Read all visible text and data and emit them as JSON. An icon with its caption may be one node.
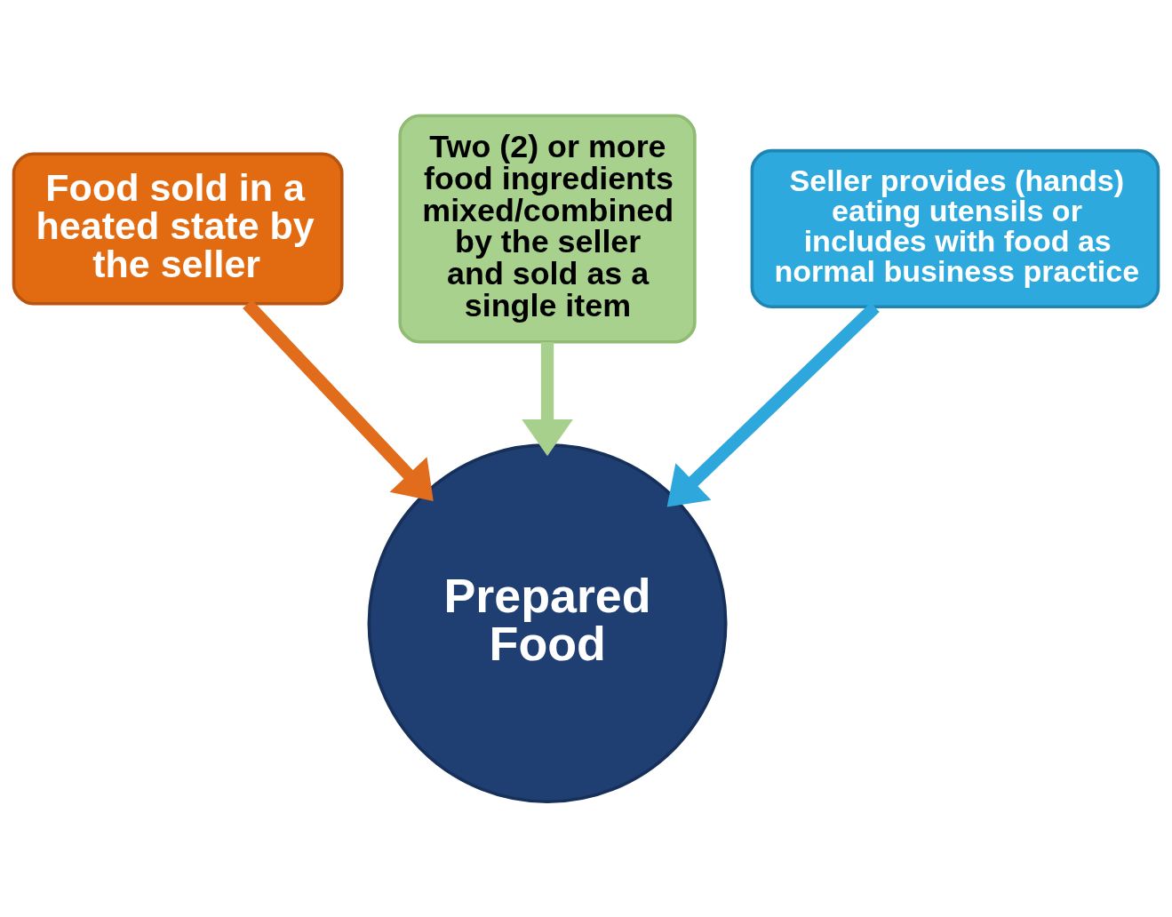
{
  "diagram": {
    "nodes": [
      {
        "text": [
          "Two (2) or more food ingredients mixed/combined by the seller and sold as a single item"
        ]
      },
      {
        "text": [
          "Food sold in a heated state by the seller"
        ]
      },
      {
        "text": [
          "Seller provides (hands) eating utensils or includes with food as normal business practice"
        ]
      },
      {
        "text": [
          "Prepared Food"
        ]
      }
    ],
    "edges": [
      {
        "from": 1,
        "to": 3,
        "arrow": "to",
        "color": "#e06c1c"
      },
      {
        "from": 0,
        "to": 3,
        "arrow": "to",
        "color": "#a8d08d"
      },
      {
        "from": 2,
        "to": 3,
        "arrow": "to",
        "color": "#2ea8dc"
      }
    ]
  }
}
